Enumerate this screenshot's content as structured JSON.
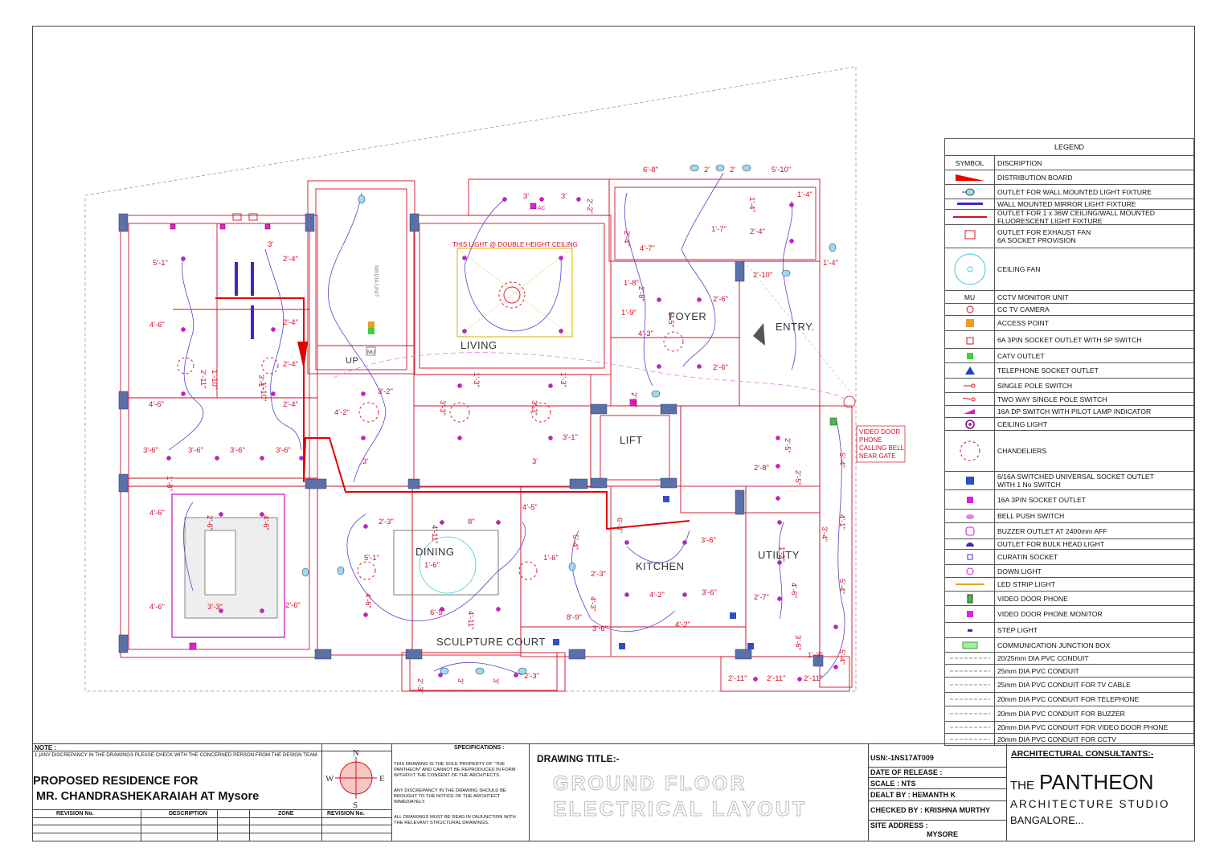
{
  "rooms": {
    "living": "LIVING",
    "foyer": "FOYER",
    "entry": "ENTRY.",
    "lift": "LIFT",
    "dining": "DINING",
    "kitchen": "KITCHEN",
    "utility": "UTILITY",
    "sculpture_court": "SCULPTURE COURT",
    "up": "UP"
  },
  "plan_notes": {
    "double_height": "THIS LIGHT @ DOUBLE HEIGHT CEILING",
    "video_door_1": "VIDEO DOOR",
    "video_door_2": "PHONE",
    "video_door_3": "CALLING BELL",
    "video_door_4": "NEAR GATE",
    "media_unit": "MEDIA UNIT",
    "mu": "MU",
    "ac": "AC"
  },
  "dimensions": [
    "6'-8\"",
    "2'",
    "2'",
    "5'-10\"",
    "3'",
    "3'",
    "2'-2\"",
    "1'-4\"",
    "1'-4\"",
    "5'-1\"",
    "3'",
    "2'-4\"",
    "2'-4\"",
    "1'-7\"",
    "2'-4\"",
    "1'-4\"",
    "1'-8\"",
    "2'-10\"",
    "4'-7\"",
    "2'-8\"",
    "1'-9\"",
    "5'-5\"",
    "2'-6\"",
    "4'-6\"",
    "2'-4\"",
    "4'-3\"",
    "2'-11\"",
    "1'-10\"",
    "3'-1\"",
    "1'-10\"",
    "2'-4\"",
    "3'-2\"",
    "3'-3\"",
    "3'-3\"",
    "1'-3\"",
    "1'-3\"",
    "2'-6\"",
    "2'-8\"",
    "4'-6\"",
    "2'-4\"",
    "4'-2\"",
    "3'-1\"",
    "5'-4\"",
    "3'-6\"",
    "3'-6\"",
    "3'-6\"",
    "3'-6\"",
    "1'-8\"",
    "3'",
    "3'",
    "2'-5\"",
    "2'-8\"",
    "2'-5\"",
    "4'-6\"",
    "2'-6\"",
    "4'-6\"",
    "4'-6\"",
    "3'-3\"",
    "2'-3\"",
    "4'-11\"",
    "8\"",
    "4'-5\"",
    "6'-3\"",
    "5'-4\"",
    "4'-1\"",
    "3'-6\"",
    "1'-2\"",
    "3'-4\"",
    "5'-1\"",
    "1'-6\"",
    "2'-3\"",
    "1'-6\"",
    "4'-3\"",
    "4'-2\"",
    "3'-6\"",
    "4'-6\"",
    "4'-6\"",
    "5'-4\"",
    "2'-7\"",
    "2'-6\"",
    "6'-5\"",
    "4'-11\"",
    "8'-9\"",
    "3'-6\"",
    "4'-2\"",
    "3'-6\"",
    "5'-4\"",
    "1'-3\"",
    "2'-3\"",
    "3'",
    "3'",
    "2'-3\"",
    "2'-11\"",
    "2'-11\"",
    "2'-11\""
  ],
  "legend": {
    "title": "LEGEND",
    "header_symbol": "SYMBOL",
    "header_desc": "DISCRIPTION",
    "items": [
      {
        "icon": "distribution-board-icon",
        "desc": "DISTRIBUTION BOARD"
      },
      {
        "icon": "wall-light-icon",
        "desc": "OUTLET FOR WALL MOUNTED LIGHT FIXTURE"
      },
      {
        "icon": "mirror-light-icon",
        "desc": "WALL MOUNTED MIRROR LIGHT FIXTURE"
      },
      {
        "icon": "fluorescent-light-icon",
        "desc": "OUTLET FOR 1 x 36W CEILING/WALL MOUNTED\nFLUORESCENT  LIGHT FIXTURE"
      },
      {
        "icon": "exhaust-fan-icon",
        "desc": "OUTLET FOR EXHAUST FAN\n6A SOCKET PROVISION"
      },
      {
        "icon": "ceiling-fan-icon",
        "desc": "CEILING FAN"
      },
      {
        "icon": "cctv-monitor-icon",
        "sym": "MU",
        "desc": " CCTV MONITOR UNIT"
      },
      {
        "icon": "cctv-camera-icon",
        "desc": " CC TV CAMERA"
      },
      {
        "icon": "access-point-icon",
        "desc": " ACCESS POINT"
      },
      {
        "icon": "socket-6a-icon",
        "desc": "6A 3PIN SOCKET OUTLET WITH SP SWITCH"
      },
      {
        "icon": "catv-outlet-icon",
        "desc": "CATV OUTLET"
      },
      {
        "icon": "telephone-socket-icon",
        "desc": "TELEPHONE SOCKET OUTLET"
      },
      {
        "icon": "single-pole-switch-icon",
        "desc": "SINGLE POLE SWITCH"
      },
      {
        "icon": "two-way-switch-icon",
        "desc": "TWO WAY SINGLE POLE SWITCH"
      },
      {
        "icon": "dp-switch-icon",
        "desc": "16A DP SWITCH WITH PILOT LAMP INDICATOR"
      },
      {
        "icon": "ceiling-light-icon",
        "desc": "CEILING LIGHT"
      },
      {
        "icon": "chandelier-icon",
        "desc": "CHANDELIERS"
      },
      {
        "icon": "universal-socket-icon",
        "desc": "6/16A SWITCHED UNIVERSAL SOCKET OUTLET\nWITH 1 No SWITCH"
      },
      {
        "icon": "socket-16a-icon",
        "desc": "16A 3PIN SOCKET OUTLET"
      },
      {
        "icon": "bell-push-icon",
        "desc": "BELL PUSH SWITCH"
      },
      {
        "icon": "buzzer-icon",
        "desc": "BUZZER OUTLET AT 2400mm AFF"
      },
      {
        "icon": "bulkhead-light-icon",
        "desc": "OUTLET FOR BULK HEAD LIGHT"
      },
      {
        "icon": "curtain-socket-icon",
        "desc": "CURATIN SOCKET"
      },
      {
        "icon": "down-light-icon",
        "desc": "DOWN LIGHT"
      },
      {
        "icon": "led-strip-icon",
        "desc": "LED STRIP LIGHT"
      },
      {
        "icon": "video-door-phone-icon",
        "desc": " VIDEO DOOR PHONE"
      },
      {
        "icon": "video-monitor-icon",
        "desc": "VIDEO DOOR PHONE MONITOR"
      },
      {
        "icon": "step-light-icon",
        "desc": "STEP LIGHT"
      },
      {
        "icon": "junction-box-icon",
        "desc": "COMMUNICATION JUNCTION BOX"
      },
      {
        "icon": "conduit-icon",
        "desc": "20/25mm DIA PVC CONDUIT"
      },
      {
        "icon": "conduit-icon",
        "desc": "25mm DIA PVC CONDUIT"
      },
      {
        "icon": "conduit-icon",
        "desc": "25mm DIA PVC CONDUIT FOR TV CABLE"
      },
      {
        "icon": "conduit-icon",
        "desc": "20mm DIA PVC CONDUIT FOR TELEPHONE"
      },
      {
        "icon": "conduit-icon",
        "desc": "20mm DIA PVC CONDUIT FOR BUZZER"
      },
      {
        "icon": "conduit-icon",
        "desc": "20mm DIA PVC CONDUIT FOR VIDEO DOOR PHONE"
      },
      {
        "icon": "conduit-icon",
        "desc": "20mm DIA PVC CONDUIT FOR CCTV"
      }
    ]
  },
  "title_block": {
    "note_label": "NOTE :",
    "note_text": "1.)ANY DISCREPANCY IN THE DRAWINGS PLEASE CHECK WITH THE CONCERNED PERSON FROM THE DESIGN TEAM.",
    "project_line1": "PROPOSED RESIDENCE FOR",
    "project_line2": " MR. CHANDRASHEKARAIAH AT Mysore",
    "rev_no": "REVISION No.",
    "description": "DESCRIPTION",
    "zone": "ZONE",
    "rev_no_2": "REVISION No.",
    "compass": {
      "n": "N",
      "s": "S",
      "e": "E",
      "w": "W"
    },
    "spec_title": "SPECIFICATIONS :",
    "spec_1": "THIS DRAWING IS THE SOLE PROPERTY OF \"THE PANTHEON\" AND CANNOT BE REPRODUCED IN FORM WITHOUT THE CONSENT OF THE ARCHITECTS.",
    "spec_2": "ANY DISCREPANCY IN THE DRAWING SHOULD BE BROUGHT TO THE NOTICE OF THE  ARCHITECT IMMEDIATELY.",
    "spec_3": "ALL DRAWINGS MUST BE READ IN ONJUNCTION WITH THE RELEVANT STRUCTURAL DRAWINGS.",
    "drawing_title_label": "DRAWING TITLE:-",
    "drawing_title_1": "GROUND FLOOR",
    "drawing_title_2": "ELECTRICAL LAYOUT",
    "usn": "USN:-1NS17AT009",
    "date_of_release": "DATE OF RELEASE :",
    "scale": "SCALE : NTS",
    "dealt_by": "DEALT BY : HEMANTH K",
    "checked_by": "CHECKED BY : KRISHNA MURTHY",
    "site_address": "SITE ADDRESS :",
    "site_city": "MYSORE",
    "consultants": "ARCHITECTURAL CONSULTANTS:-",
    "firm_the": "THE",
    "firm_name": "PANTHEON",
    "firm_sub": "ARCHITECTURE  STUDIO",
    "firm_city": "BANGALORE..."
  },
  "colors": {
    "wall": "#d0102a",
    "conduit": "#5a3fc8",
    "column": "#5b6fa8",
    "distribution": "#e00000",
    "magenta": "#d01ad0"
  }
}
